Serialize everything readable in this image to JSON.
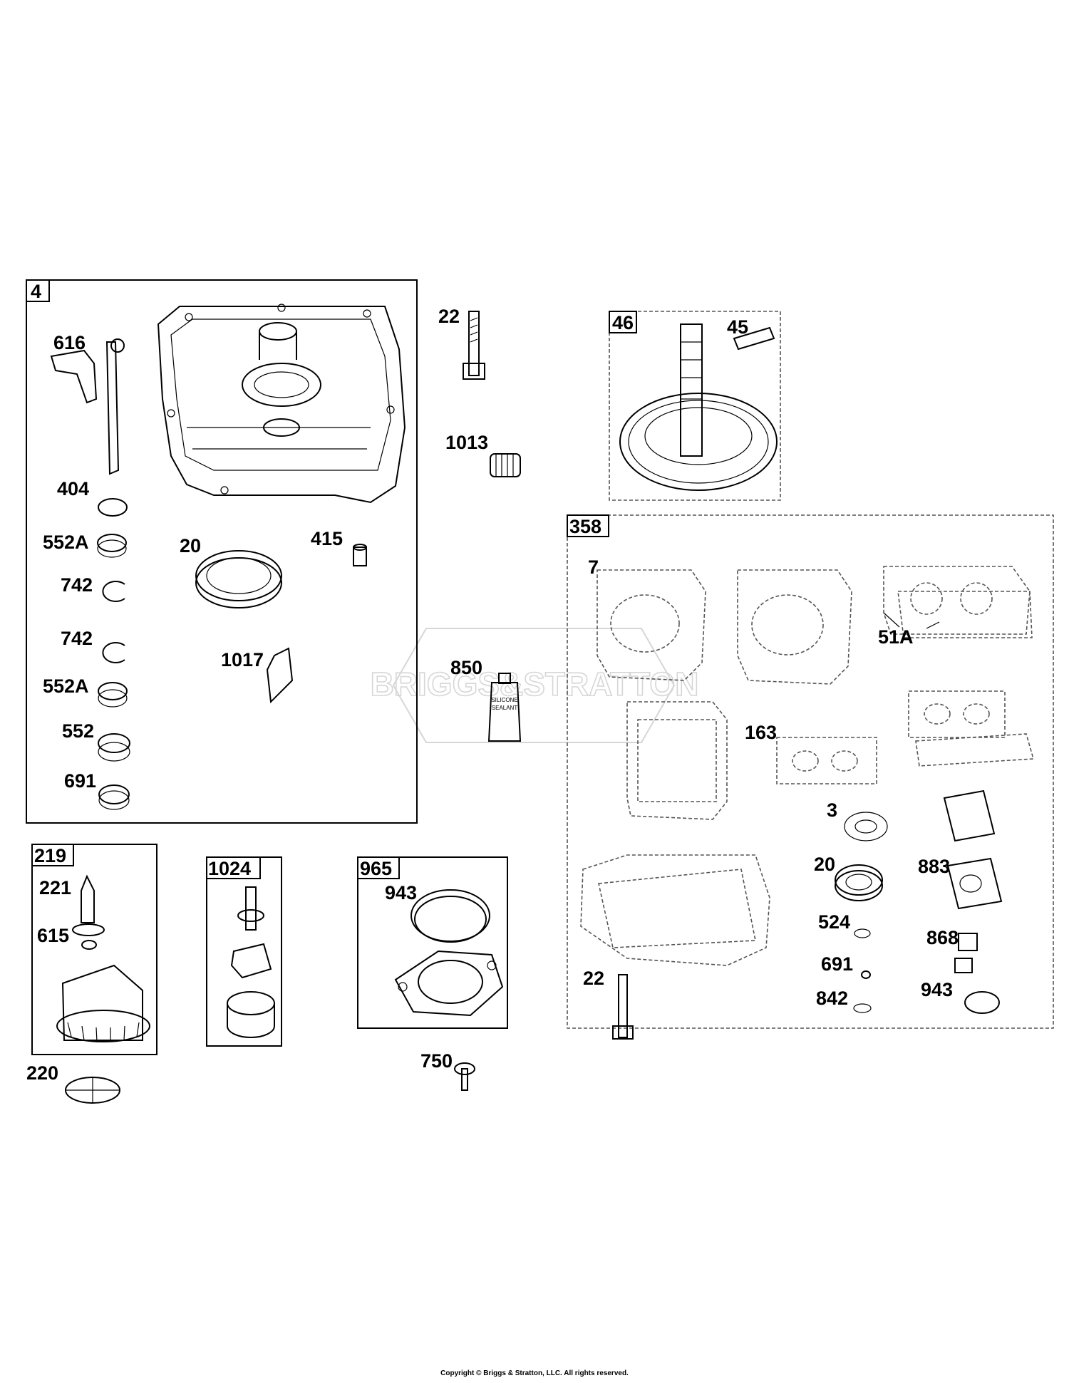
{
  "diagram": {
    "watermark": "BRIGGS&STRATTON",
    "boxes": [
      {
        "id": "4"
      },
      {
        "id": "46"
      },
      {
        "id": "358"
      },
      {
        "id": "219"
      },
      {
        "id": "1024"
      },
      {
        "id": "965"
      }
    ],
    "callouts": {
      "c616": "616",
      "c404": "404",
      "c552a_1": "552A",
      "c742_1": "742",
      "c742_2": "742",
      "c552a_2": "552A",
      "c552": "552",
      "c691_1": "691",
      "c20_1": "20",
      "c415": "415",
      "c1017": "1017",
      "c22_1": "22",
      "c1013": "1013",
      "c850": "850",
      "c45": "45",
      "c7": "7",
      "c51a": "51A",
      "c163": "163",
      "c3": "3",
      "c20_2": "20",
      "c883": "883",
      "c524": "524",
      "c868": "868",
      "c691_2": "691",
      "c22_2": "22",
      "c842": "842",
      "c943_2": "943",
      "c221": "221",
      "c615": "615",
      "c220": "220",
      "c943_1": "943",
      "c750": "750"
    },
    "tube_text_1": "SILICONE",
    "tube_text_2": "SEALANT"
  },
  "footer": {
    "copyright": "Copyright © Briggs & Stratton, LLC. All rights reserved."
  }
}
